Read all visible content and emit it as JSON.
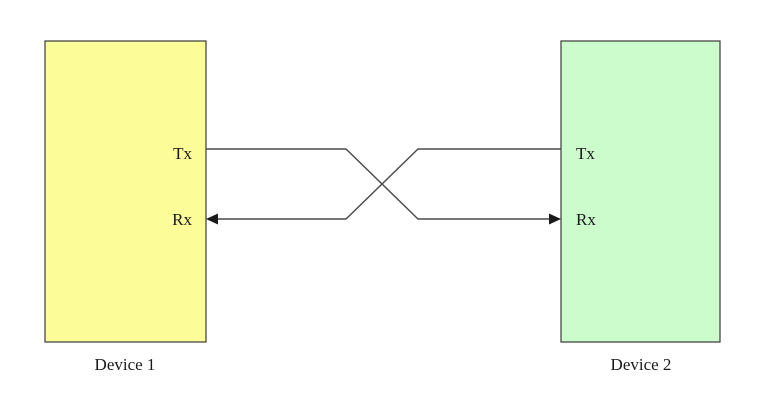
{
  "devices": [
    {
      "name": "Device 1",
      "tx_label": "Tx",
      "rx_label": "Rx",
      "fill": "#fcfc98"
    },
    {
      "name": "Device 2",
      "tx_label": "Tx",
      "rx_label": "Rx",
      "fill": "#ccfccc"
    }
  ],
  "colors": {
    "wire": "#4a4a4a",
    "outline": "#3a3a3a",
    "text": "#1a1a1a"
  }
}
